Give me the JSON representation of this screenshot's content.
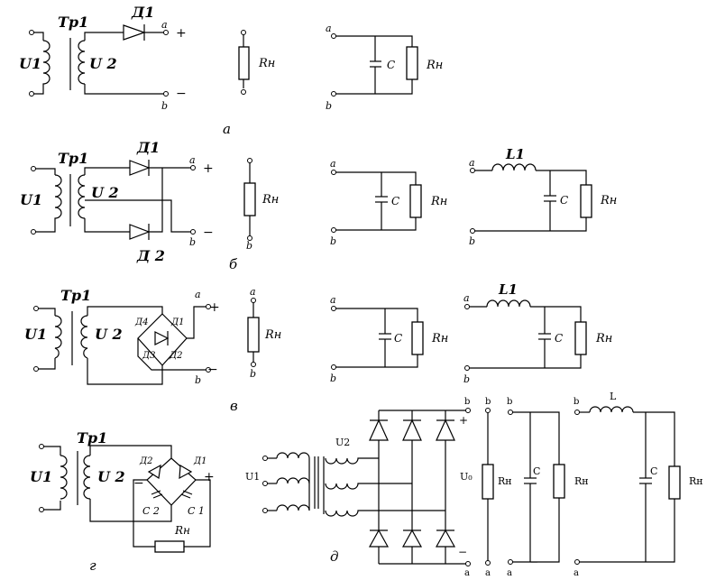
{
  "panel_captions": [
    "а",
    "б",
    "в",
    "г",
    "д"
  ],
  "labels": {
    "tr1": "Тр1",
    "u1": "U1",
    "u2": "U 2",
    "d1": "Д1",
    "d2": "Д 2",
    "d1_bridge": "Д1",
    "d2_bridge": "Д2",
    "d3_bridge": "Д3",
    "d4_bridge": "Д4",
    "term_a": "a",
    "term_b": "b",
    "plus": "+",
    "minus": "−",
    "rn": "Rн",
    "c": "C",
    "c1": "C 1",
    "c2": "C 2",
    "l1": "L1",
    "u1_3ph": "U1",
    "u2_3ph": "U2",
    "u0": "U₀",
    "rn_3ph": "Rн",
    "c_3ph": "C",
    "l_3ph": "L"
  }
}
